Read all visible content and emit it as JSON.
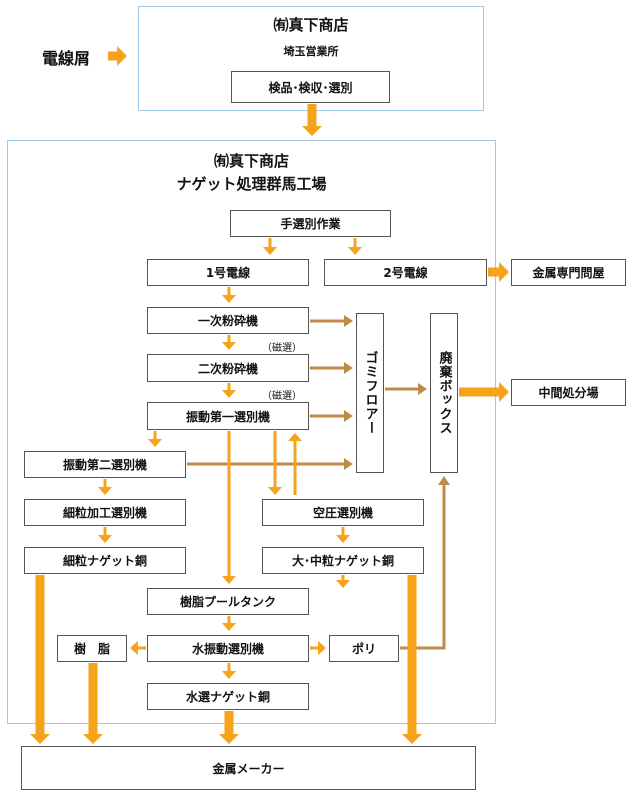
{
  "input_label": "電線屑",
  "saitama": {
    "company": "㈲真下商店",
    "branch": "埼玉営業所",
    "process": "検品･検収･選別"
  },
  "gunma": {
    "company": "㈲真下商店",
    "branch": "ナゲット処理群馬工場"
  },
  "steps": {
    "manual_sort": "手選別作業",
    "wire1": "1号電線",
    "wire2": "2号電線",
    "crush1": "一次粉砕機",
    "crush2": "二次粉砕機",
    "vib1": "振動第一選別機",
    "vib2": "振動第二選別機",
    "fine_sort": "細粒加工選別機",
    "fine_nugget": "細粒ナゲット銅",
    "air_sort": "空圧選別機",
    "large_nugget": "大･中粒ナゲット銅",
    "resin_tank": "樹脂プールタンク",
    "water_vib": "水振動選別機",
    "water_nugget": "水選ナゲット銅",
    "resin": "樹　脂",
    "poly": "ポリ",
    "gomi_floor": "ゴミフロアー",
    "waste_box": "廃棄ボックス",
    "metal_dept": "金属専門問屋",
    "intermediate": "中間処分場",
    "metal_maker": "金属メーカー"
  },
  "notes": {
    "magnet1": "（磁選）",
    "magnet2": "（磁選）"
  },
  "colors": {
    "orange": "#f7a21b",
    "brown": "#c08a4a",
    "frame": "#9cc8ea",
    "box_border": "#555555"
  }
}
